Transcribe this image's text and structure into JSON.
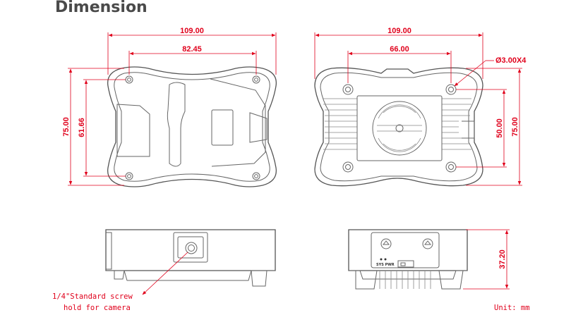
{
  "title": "Dimension",
  "top_left": {
    "width_overall": "109.00",
    "width_holes": "82.45",
    "height_overall": "75.00",
    "height_holes": "61.66"
  },
  "top_right": {
    "width_overall": "109.00",
    "width_holes": "66.00",
    "hole_callout": "Ø3.00X4",
    "height_holes": "50.00",
    "height_overall": "75.00"
  },
  "side_left": {
    "note_line1": "1/4\"Standard screw",
    "note_line2": "hold for camera"
  },
  "side_right": {
    "height": "37.20",
    "port_label": "SYS PWR",
    "unit": "Unit: mm"
  },
  "colors": {
    "dimension": "#e0001b",
    "outline": "#555555",
    "title": "#4a4a4a"
  }
}
